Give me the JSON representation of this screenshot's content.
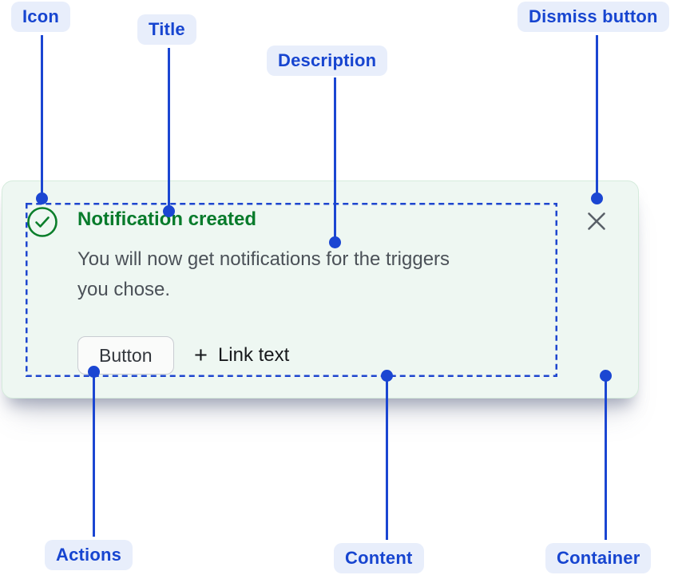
{
  "annotations": {
    "icon": {
      "label": "Icon"
    },
    "title": {
      "label": "Title"
    },
    "description": {
      "label": "Description"
    },
    "dismiss": {
      "label": "Dismiss button"
    },
    "actions": {
      "label": "Actions"
    },
    "content": {
      "label": "Content"
    },
    "container": {
      "label": "Container"
    }
  },
  "toast": {
    "title": "Notification created",
    "description_lines": {
      "0": "You will now get notifications for the triggers",
      "1": "you chose."
    },
    "button_label": "Button",
    "link_plus_icon": "+",
    "link_label": "Link text"
  },
  "colors": {
    "annotation_blue": "#1745d0",
    "annotation_pill_bg": "#e8eefb",
    "connector_blue": "#1b46d2",
    "content_outline_blue": "#1e46cf",
    "toast_bg": "#eef7f2",
    "toast_border": "#d5ebdc",
    "success_green": "#077b2b",
    "description_gray": "#4b5158"
  }
}
